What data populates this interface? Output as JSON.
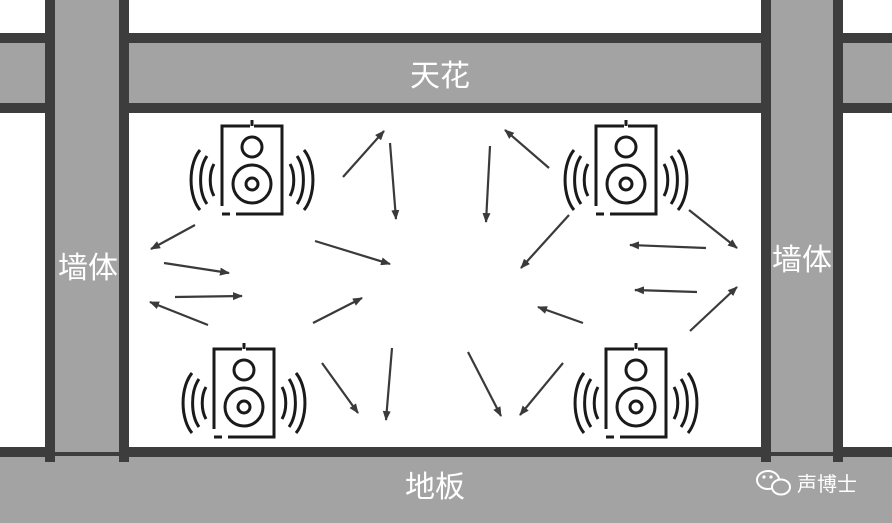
{
  "labels": {
    "ceiling": "天花",
    "wall_left": "墙体",
    "wall_right": "墙体",
    "floor": "地板"
  },
  "watermark": {
    "text": "声博士",
    "icon": "wechat-icon"
  },
  "colors": {
    "structure_fill": "#a3a3a3",
    "structure_stroke": "#3d3d3d",
    "room": "#ffffff",
    "speaker": "#1a1a1a",
    "arrow": "#3a3a3a"
  },
  "speakers": [
    {
      "name": "top-left"
    },
    {
      "name": "top-right"
    },
    {
      "name": "bottom-left"
    },
    {
      "name": "bottom-right"
    }
  ]
}
